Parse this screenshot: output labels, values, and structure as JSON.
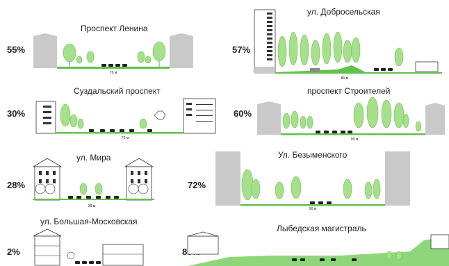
{
  "streets": [
    {
      "id": "lenina",
      "name": "Проспект Ленина",
      "percent": "55%",
      "width": "70 м"
    },
    {
      "id": "dobroselskaya",
      "name": "ул. Добросельская",
      "percent": "57%",
      "width": "80 м"
    },
    {
      "id": "suzdalsky",
      "name": "Суздальский проспект",
      "percent": "30%",
      "width": "75 м"
    },
    {
      "id": "stroiteley",
      "name": "проспект Строителей",
      "percent": "60%",
      "width": "90 м"
    },
    {
      "id": "mira",
      "name": "ул. Мира",
      "percent": "28%",
      "width": "38 м"
    },
    {
      "id": "bezymenskogo",
      "name": "Ул. Безыменского",
      "percent": "72%",
      "width": "90 м"
    },
    {
      "id": "bolshaya-moskovskaya",
      "name": "ул. Большая-Московская",
      "percent": "2%",
      "width": ""
    },
    {
      "id": "lybedskaya",
      "name": "Лыбедская магистраль",
      "percent": "80%",
      "width": ""
    }
  ],
  "colors": {
    "green": "#5fc24a",
    "tree": "#a6e08c",
    "tree_stroke": "#6cbf4f",
    "building": "#c9c9c9",
    "road": "#8a8a8a",
    "car": "#222222",
    "hill": "#8fd67a"
  }
}
